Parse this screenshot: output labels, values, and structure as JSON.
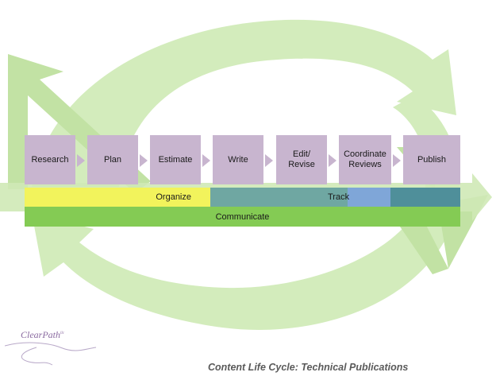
{
  "steps": {
    "research": "Research",
    "plan": "Plan",
    "estimate": "Estimate",
    "write": "Write",
    "edit": "Edit/\nRevise",
    "coordinate": "Coordinate\nReviews",
    "publish": "Publish"
  },
  "bars": {
    "organize": "Organize",
    "track": "Track",
    "communicate": "Communicate"
  },
  "caption": "Content Life Cycle: Technical Publications",
  "logo": {
    "name": "ClearPath",
    "suffix": "llc"
  },
  "colors": {
    "cycle_green": "#d3ecbc",
    "step_purple": "#c8b5cf",
    "organize_yellow": "#f2f35c",
    "track_teal": "#6fa7a2",
    "track_blue": "#7fa6d8",
    "communicate_green": "#84cb54",
    "logo_purple": "#8a6aa0"
  }
}
